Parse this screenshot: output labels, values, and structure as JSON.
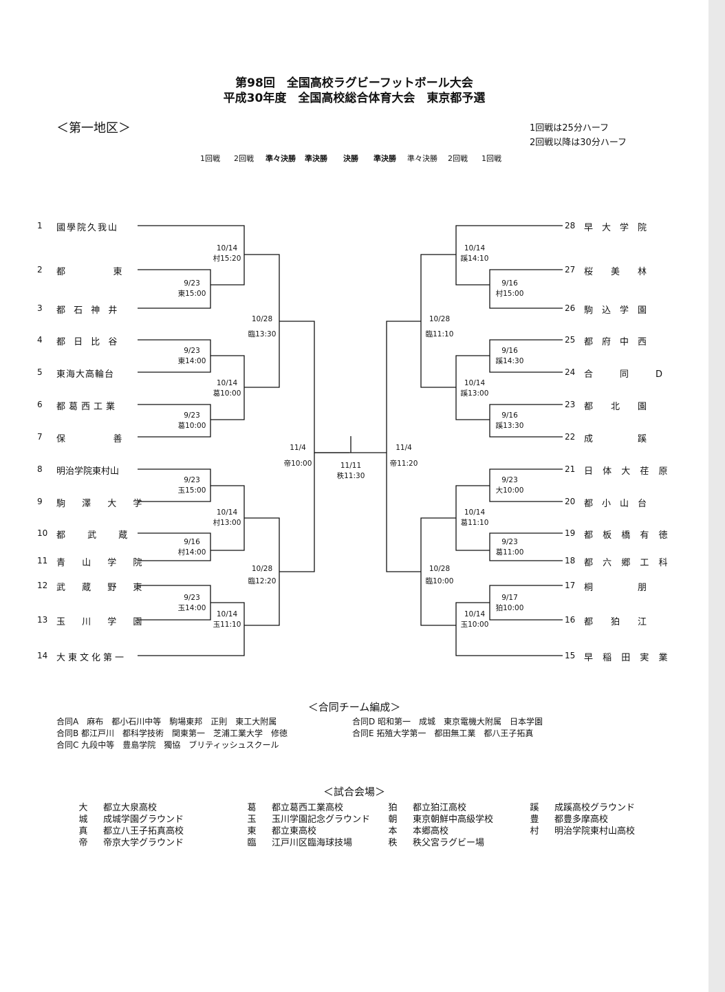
{
  "header": {
    "title_line1": "第98回　全国高校ラグビーフットボール大会",
    "title_line2": "平成30年度　全国高校総合体育大会　東京都予選",
    "district": "＜第一地区＞",
    "rule1": "1回戦は25分ハーフ",
    "rule2": "2回戦以降は30分ハーフ"
  },
  "rounds": [
    "1回戦",
    "2回戦",
    "準々決勝",
    "準決勝",
    "決勝",
    "準決勝",
    "準々決勝",
    "2回戦",
    "1回戦"
  ],
  "left_teams": [
    {
      "num": "1",
      "name": "國學院久我山"
    },
    {
      "num": "2",
      "name": "都　　　　東"
    },
    {
      "num": "3",
      "name": "都 石 神 井"
    },
    {
      "num": "4",
      "name": "都 日 比 谷"
    },
    {
      "num": "5",
      "name": "東海大高輪台"
    },
    {
      "num": "6",
      "name": "都葛西工業"
    },
    {
      "num": "7",
      "name": "保　　　　善"
    },
    {
      "num": "8",
      "name": "明治学院東村山"
    },
    {
      "num": "9",
      "name": "駒 澤 大 学"
    },
    {
      "num": "10",
      "name": "都　 武　 蔵"
    },
    {
      "num": "11",
      "name": "青 山 学 院"
    },
    {
      "num": "12",
      "name": "武 蔵 野 東"
    },
    {
      "num": "13",
      "name": "玉 川 学 園"
    },
    {
      "num": "14",
      "name": "大東文化第一"
    }
  ],
  "right_teams": [
    {
      "num": "28",
      "name": "早　大　学　院"
    },
    {
      "num": "27",
      "name": "桜　　美　　林"
    },
    {
      "num": "26",
      "name": "駒　込　学　園"
    },
    {
      "num": "25",
      "name": "都　府　中　西"
    },
    {
      "num": "24",
      "name": "合　　　同　　　D"
    },
    {
      "num": "23",
      "name": "都　　北　　園"
    },
    {
      "num": "22",
      "name": "成　　　　　蹊"
    },
    {
      "num": "21",
      "name": "日 体 大 荏 原"
    },
    {
      "num": "20",
      "name": "都　小　山　台"
    },
    {
      "num": "19",
      "name": "都 板 橋 有 徳"
    },
    {
      "num": "18",
      "name": "都 六 郷 工 科"
    },
    {
      "num": "17",
      "name": "桐　　　　　朋"
    },
    {
      "num": "16",
      "name": "都　　狛　　江"
    },
    {
      "num": "15",
      "name": "早 稲 田 実 業"
    }
  ],
  "matches": [
    {
      "date": "9/23",
      "time": "東15:00"
    },
    {
      "date": "9/23",
      "time": "東14:00"
    },
    {
      "date": "9/23",
      "time": "葛10:00"
    },
    {
      "date": "9/23",
      "time": "玉15:00"
    },
    {
      "date": "9/16",
      "time": "村14:00"
    },
    {
      "date": "9/23",
      "time": "玉14:00"
    },
    {
      "date": "10/14",
      "time": "村15:20"
    },
    {
      "date": "10/14",
      "time": "葛10:00"
    },
    {
      "date": "10/14",
      "time": "村13:00"
    },
    {
      "date": "10/14",
      "time": "玉11:10"
    },
    {
      "date": "10/28",
      "time": "臨13:30"
    },
    {
      "date": "10/28",
      "time": "臨12:20"
    },
    {
      "date": "11/4",
      "time": "帝10:00"
    },
    {
      "date": "11/11",
      "time": "秩11:30"
    },
    {
      "date": "11/4",
      "time": "帝11:20"
    },
    {
      "date": "10/28",
      "time": "臨11:10"
    },
    {
      "date": "10/28",
      "time": "臨10:00"
    },
    {
      "date": "10/14",
      "time": "蹊14:10"
    },
    {
      "date": "10/14",
      "time": "蹊13:00"
    },
    {
      "date": "10/14",
      "time": "葛11:10"
    },
    {
      "date": "10/14",
      "time": "玉10:00"
    },
    {
      "date": "9/16",
      "time": "村15:00"
    },
    {
      "date": "9/16",
      "time": "蹊14:30"
    },
    {
      "date": "9/16",
      "time": "蹊13:30"
    },
    {
      "date": "9/23",
      "time": "大10:00"
    },
    {
      "date": "9/23",
      "time": "葛11:00"
    },
    {
      "date": "9/17",
      "time": "狛10:00"
    }
  ],
  "combined": {
    "title": "＜合同チーム編成＞",
    "rows": [
      "合同A　麻布　都小石川中等　駒場東邦　正則　東工大附属",
      "合同B  都江戸川　都科学技術　関東第一　芝浦工業大学　修徳",
      "合同C  九段中等　豊島学院　獨協　ブリティッシュスクール",
      "合同D  昭和第一　成城　東京電機大附属　日本学園",
      "合同E  拓殖大学第一　都田無工業　都八王子拓真"
    ]
  },
  "venues": {
    "title": "＜試合会場＞",
    "items": [
      {
        "key": "大",
        "name": "都立大泉高校"
      },
      {
        "key": "城",
        "name": "成城学園グラウンド"
      },
      {
        "key": "真",
        "name": "都立八王子拓真高校"
      },
      {
        "key": "帝",
        "name": "帝京大学グラウンド"
      },
      {
        "key": "葛",
        "name": "都立葛西工業高校"
      },
      {
        "key": "玉",
        "name": "玉川学園記念グラウンド"
      },
      {
        "key": "東",
        "name": "都立東高校"
      },
      {
        "key": "臨",
        "name": "江戸川区臨海球技場"
      },
      {
        "key": "狛",
        "name": "都立狛江高校"
      },
      {
        "key": "朝",
        "name": "東京朝鮮中高級学校"
      },
      {
        "key": "本",
        "name": "本郷高校"
      },
      {
        "key": "秩",
        "name": "秩父宮ラグビー場"
      },
      {
        "key": "蹊",
        "name": "成蹊高校グラウンド"
      },
      {
        "key": "豊",
        "name": "都豊多摩高校"
      },
      {
        "key": "村",
        "name": "明治学院東村山高校"
      }
    ]
  }
}
